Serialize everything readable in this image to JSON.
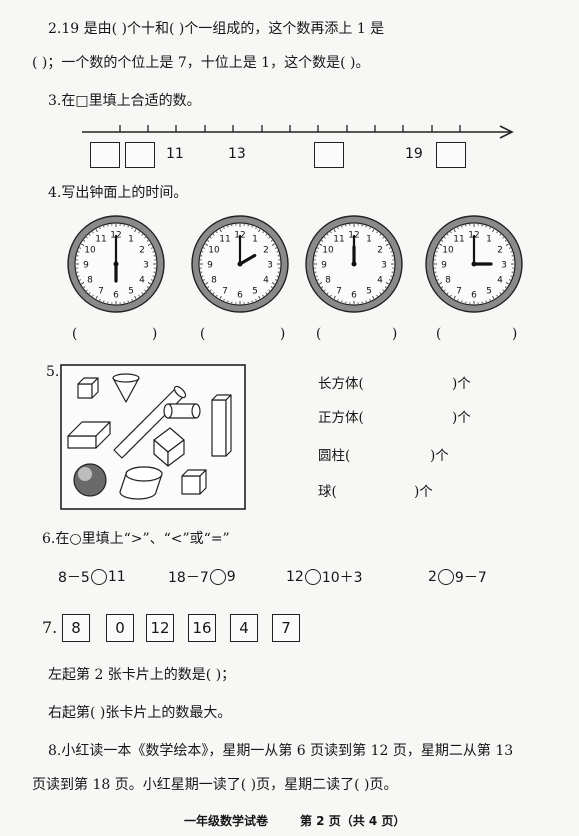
{
  "q2": {
    "line1": "2.19 是由(          )个十和(          )个一组成的，这个数再添上 1 是",
    "line2": "(          )；一个数的个位上是 7，十位上是 1，这个数是(          )。"
  },
  "q3": {
    "title": "3.在□里填上合适的数。",
    "labels": [
      "11",
      "13",
      "19"
    ]
  },
  "q4": {
    "title": "4.写出钟面上的时间。",
    "clock_numbers": [
      "12",
      "1",
      "2",
      "3",
      "4",
      "5",
      "6",
      "7",
      "8",
      "9",
      "10",
      "11"
    ],
    "clocks": [
      {
        "hour": 6,
        "minute": 0
      },
      {
        "hour": 2,
        "minute": 0
      },
      {
        "hour": 12,
        "minute": 0
      },
      {
        "hour": 3,
        "minute": 0
      }
    ],
    "paren_open": "(",
    "paren_close": ")"
  },
  "q5": {
    "number": "5.",
    "rows": [
      {
        "label": "长方体(",
        "suffix": ")个"
      },
      {
        "label": "正方体(",
        "suffix": ")个"
      },
      {
        "label": "圆柱(",
        "suffix": ")个"
      },
      {
        "label": "球(",
        "suffix": ")个"
      }
    ]
  },
  "q6": {
    "title": "6.在○里填上“>”、“<”或“=”",
    "items": [
      {
        "left": "8－5",
        "right": "11"
      },
      {
        "left": "18－7",
        "right": "9"
      },
      {
        "left": "12",
        "right": "10＋3"
      },
      {
        "left": "2",
        "right": "9－7"
      }
    ]
  },
  "q7": {
    "number": "7.",
    "cards": [
      "8",
      "0",
      "12",
      "16",
      "4",
      "7"
    ],
    "line1": "左起第 2 张卡片上的数是(          )；",
    "line2": "右起第(          )张卡片上的数最大。"
  },
  "q8": {
    "line1": "8.小红读一本《数学绘本》，星期一从第 6 页读到第 12 页，星期二从第 13",
    "line2": "页读到第 18 页。小红星期一读了(          )页，星期二读了(          )页。"
  },
  "footer": {
    "left": "一年级数学试卷",
    "right": "第 2 页（共 4 页）"
  }
}
